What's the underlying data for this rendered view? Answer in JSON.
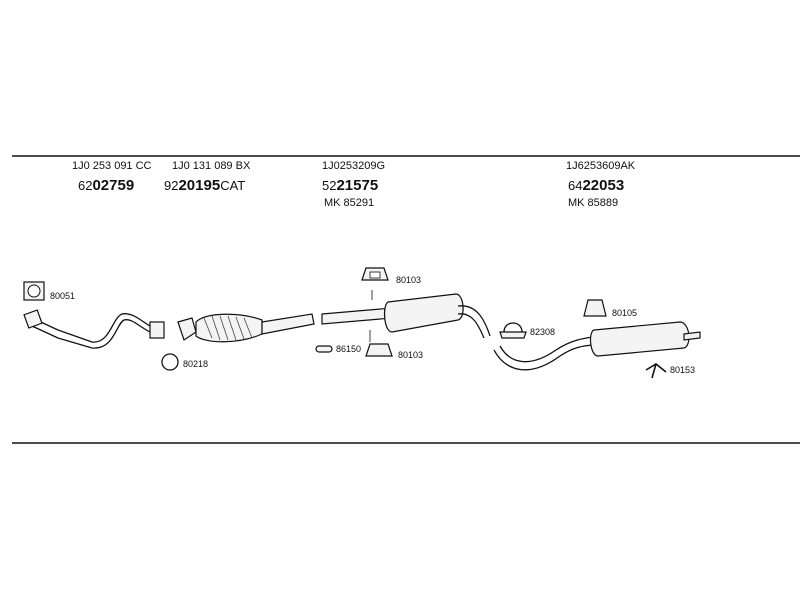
{
  "groups": [
    {
      "code": "1J0 253 091 CC",
      "prefix": "62",
      "number": "02759",
      "suffix": "",
      "mk": ""
    },
    {
      "code": "1J0 131 089 BX",
      "prefix": "92",
      "number": "20195",
      "suffix": "CAT",
      "mk": ""
    },
    {
      "code": "1J0253209G",
      "prefix": "52",
      "number": "21575",
      "suffix": "",
      "mk": "MK  85291"
    },
    {
      "code": "1J6253609AK",
      "prefix": "64",
      "number": "22053",
      "suffix": "",
      "mk": "MK  85889"
    }
  ],
  "part_labels": {
    "p80051": "80051",
    "p80218": "80218",
    "p80103a": "80103",
    "p86150": "86150",
    "p80103b": "80103",
    "p82308": "82308",
    "p80105": "80105",
    "p80153": "80153"
  },
  "icons": [
    "gasket-ring-icon",
    "flange-gasket-icon",
    "front-pipe-icon",
    "catalytic-converter-icon",
    "middle-silencer-icon",
    "rubber-mount-icon",
    "clamp-icon",
    "rear-silencer-icon",
    "bracket-icon"
  ]
}
